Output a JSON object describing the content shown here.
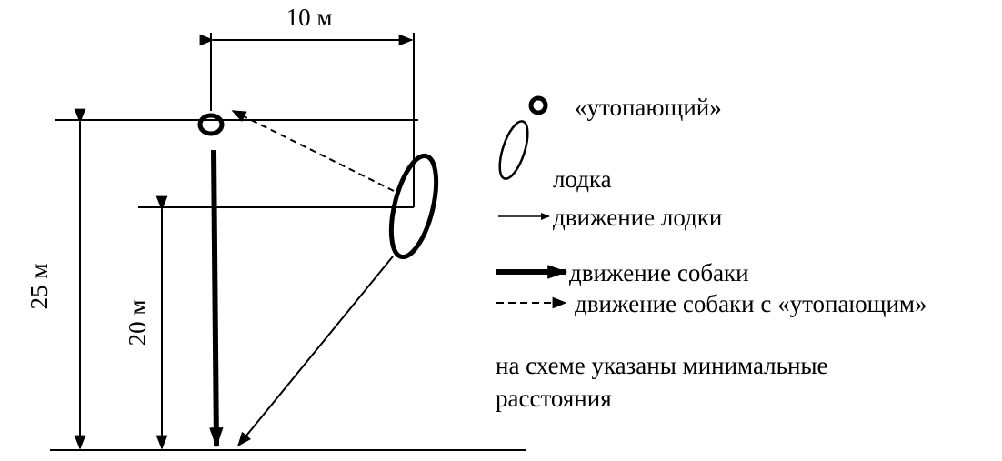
{
  "diagram": {
    "dimensions": {
      "width_label": "10 м",
      "height_total_label": "25 м",
      "height_inner_label": "20 м"
    },
    "legend": {
      "drowning_label": "«утопающий»",
      "boat_label": "лодка",
      "boat_movement_label": "движение лодки",
      "dog_movement_label": "движение собаки",
      "dog_with_drowning_label": "движение собаки с «утопающим»",
      "note_line1": "на схеме указаны минимальные",
      "note_line2": "расстояния"
    },
    "colors": {
      "ink": "#000000",
      "background": "#ffffff"
    }
  }
}
